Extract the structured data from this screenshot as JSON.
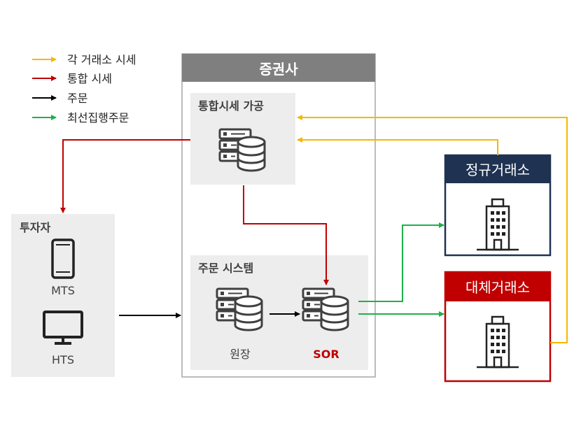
{
  "legend": {
    "items": [
      {
        "label": "각 거래소 시세",
        "color": "#F5B800"
      },
      {
        "label": "통합 시세",
        "color": "#C00000"
      },
      {
        "label": "주문",
        "color": "#000000"
      },
      {
        "label": "최선집행주문",
        "color": "#1DB04B"
      }
    ]
  },
  "broker": {
    "title": "증권사",
    "aggregation_label": "통합시세 가공",
    "order_system_label": "주문 시스템",
    "ledger_label": "원장",
    "sor_label": "SOR"
  },
  "investor": {
    "title": "투자자",
    "mts_label": "MTS",
    "hts_label": "HTS"
  },
  "exchanges": {
    "regular": {
      "title": "정규거래소"
    },
    "alternative": {
      "title": "대체거래소"
    }
  },
  "colors": {
    "yellow": "#F5B800",
    "red": "#C00000",
    "black": "#000000",
    "green": "#1DB04B",
    "navy": "#1F3251",
    "gray_header": "#7F7F7F",
    "panel": "#EDEDED",
    "icon": "#404040"
  },
  "icons": [
    "server-database-icon",
    "smartphone-icon",
    "monitor-icon",
    "office-building-icon"
  ]
}
